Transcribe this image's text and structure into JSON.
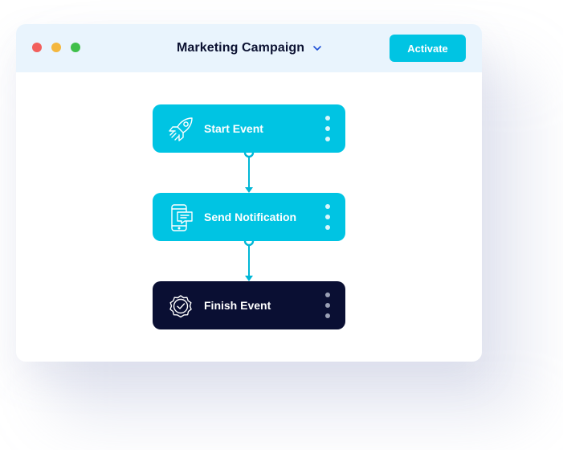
{
  "window": {
    "title": "Marketing Campaign",
    "controls": {
      "close_color": "#f25f5c",
      "minimize_color": "#f4b73f",
      "maximize_color": "#3fbf4a"
    }
  },
  "toolbar": {
    "activate_label": "Activate"
  },
  "colors": {
    "accent": "#00c4e3",
    "dark": "#0a0f33",
    "title_text": "#0c1232",
    "titlebar_bg": "#e9f4fd",
    "connector": "#00b7d6",
    "kebab_light": "#d8f6fb",
    "kebab_dark": "#9aa0b5"
  },
  "flow": {
    "nodes": [
      {
        "label": "Start Event",
        "icon": "rocket-icon"
      },
      {
        "label": "Send Notification",
        "icon": "phone-message-icon"
      },
      {
        "label": "Finish Event",
        "icon": "badge-check-icon"
      }
    ]
  }
}
